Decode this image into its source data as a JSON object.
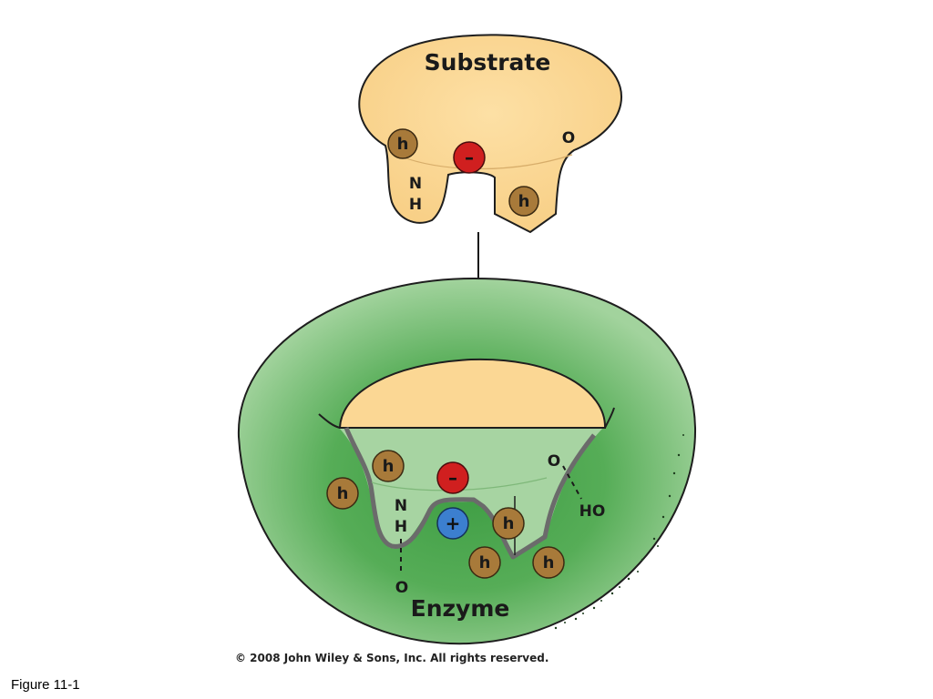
{
  "substrate": {
    "title": "Substrate",
    "atom_n": "N",
    "atom_h": "H",
    "atom_o": "O",
    "badge_h": "h",
    "badge_minus": "–"
  },
  "enzyme": {
    "title": "Enzyme",
    "atom_n": "N",
    "atom_h": "H",
    "atom_o_left": "O",
    "atom_o_right": "O",
    "atom_ho": "HO",
    "badge_h": "h",
    "badge_minus": "–",
    "badge_plus": "+"
  },
  "footer": {
    "copyright": "© 2008 John Wiley & Sons, Inc. All rights reserved.",
    "figure_label": "Figure 11-1"
  },
  "colors": {
    "substrate_fill": "#fbd794",
    "hydrophobic": "#a87a3a",
    "negative": "#d01f1f",
    "positive": "#3c7fcf",
    "enzyme_outer": "#8cc888",
    "enzyme_inner": "#3f9f45"
  }
}
